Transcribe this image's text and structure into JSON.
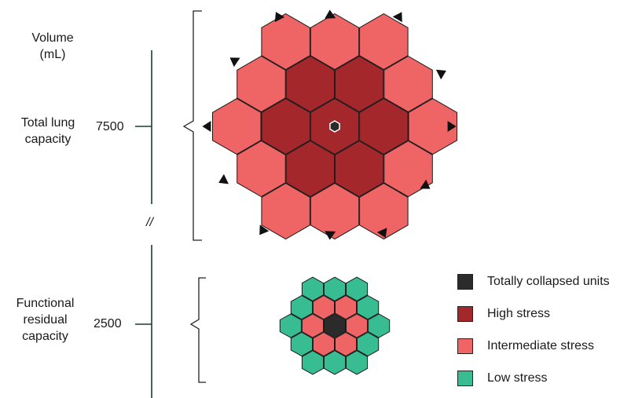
{
  "axis": {
    "title_line1": "Volume",
    "title_line2": "(mL)",
    "ticks": [
      {
        "value": "7500",
        "label_line1": "Total lung",
        "label_line2": "capacity",
        "label_line3": ""
      },
      {
        "value": "2500",
        "label_line1": "Functional",
        "label_line2": "residual",
        "label_line3": "capacity"
      }
    ],
    "break_mark": "//"
  },
  "legend": [
    {
      "label": "Totally collapsed units",
      "color": "#2b2b2b"
    },
    {
      "label": "High stress",
      "color": "#a3272b"
    },
    {
      "label": "Intermediate stress",
      "color": "#ef6464"
    },
    {
      "label": "Low stress",
      "color": "#38bd93"
    }
  ],
  "colors": {
    "collapsed": "#2b2b2b",
    "high": "#a3272b",
    "intermediate": "#ef6464",
    "low": "#38bd93",
    "axis_line": "#1f3b2f",
    "outline": "#222222"
  }
}
